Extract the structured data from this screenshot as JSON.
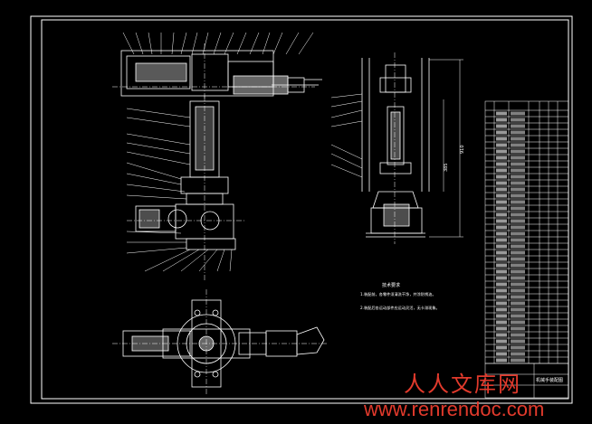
{
  "drawing": {
    "background": "#000000",
    "line_color": "#ffffff",
    "accent_color": "#00e5ff",
    "tech_notes_title": "技术要求",
    "tech_notes": [
      "1.装配前，各零件须清洗干净，并涂防锈油。",
      "2.装配后各运动部件应运动灵活，无卡滞现象。"
    ],
    "dimensions": [
      "910",
      "385"
    ],
    "title_block_note": "机械手装配图"
  },
  "watermark": {
    "brand_cn": "人人文库网",
    "url": "www.renrendoc.com",
    "color": "#e23a2c"
  }
}
